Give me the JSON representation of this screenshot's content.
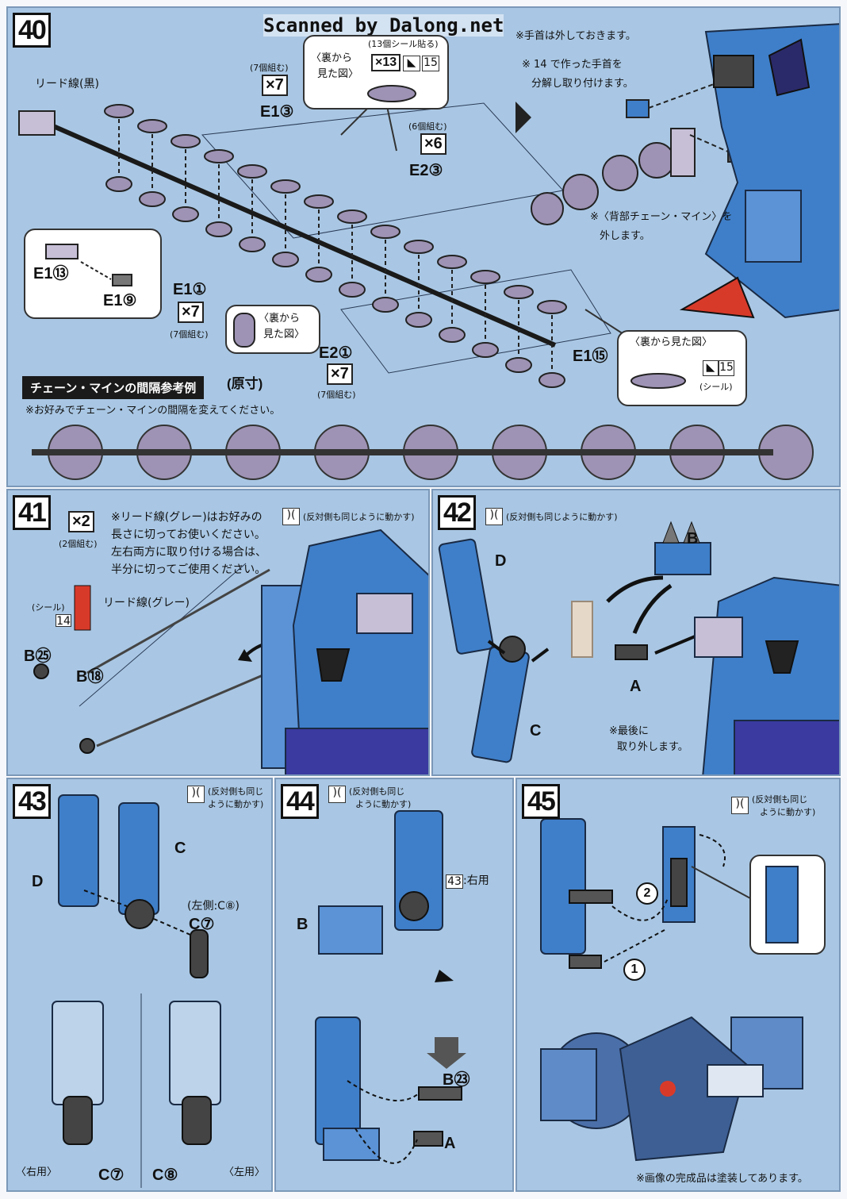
{
  "header": {
    "scan_credit": "Scanned by Dalong.net"
  },
  "step40": {
    "num": "40",
    "lead_black": "リード線(黒)",
    "group7_a": "(7個組む)",
    "mult7": "×7",
    "part_e1_3": "E1③",
    "sticker_note": "(13個シール貼る)",
    "mult13": "×13",
    "sticker_num": "15",
    "back_view_a": "〈裏から",
    "back_view_b": "見た図〉",
    "group6": "(6個組む)",
    "mult6": "×6",
    "part_e2_3": "E2③",
    "part_e1_13": "E1⑬",
    "part_e1_9": "E1⑨",
    "part_e1_1": "E1①",
    "group7_b": "(7個組む)",
    "mult7_b": "×7",
    "back_view2_a": "〈裏から",
    "back_view2_b": "見た図〉",
    "part_e2_1": "E2①",
    "mult7_c": "×7",
    "group7_c": "(7個組む)",
    "part_e1_15": "E1⑮",
    "back_view3": "〈裏から見た図〉",
    "sticker3": "15",
    "sticker_label": "(シール)",
    "note_hand1": "※手首は外しておきます。",
    "note_hand2a": "※ 14 で作った手首を",
    "note_hand2b": "分解し取り付けます。",
    "note_chain_a": "※〈背部チェーン・マイン〉を",
    "note_chain_b": "外します。",
    "banner": "チェーン・マインの間隔参考例",
    "banner_scale": "(原寸)",
    "banner_note": "※お好みでチェーン・マインの間隔を変えてください。"
  },
  "step41": {
    "num": "41",
    "mult2": "×2",
    "group2": "(2個組む)",
    "note1": "※リード線(グレー)はお好みの",
    "note2": "長さに切ってお使いください。",
    "note3": "左右両方に取り付ける場合は、",
    "note4": "半分に切ってご使用ください。",
    "lead_grey": "リード線(グレー)",
    "sticker_label": "(シール)",
    "sticker_num": "14",
    "part_b25": "B㉕",
    "part_b18": "B⑱",
    "same_other": "(反対側も同じように動かす)"
  },
  "step42": {
    "num": "42",
    "same_other": "(反対側も同じように動かす)",
    "part_d": "D",
    "part_b": "B",
    "part_a": "A",
    "part_c": "C",
    "last_remove_a": "※最後に",
    "last_remove_b": "取り外します。"
  },
  "step43": {
    "num": "43",
    "same_a": "(反対側も同じ",
    "same_b": "ように動かす)",
    "part_d": "D",
    "part_c": "C",
    "left_side": "(左側:C⑧)",
    "part_c7": "C⑦",
    "right_use": "〈右用〉",
    "left_use": "〈左用〉",
    "bottom_c7": "C⑦",
    "bottom_c8": "C⑧"
  },
  "step44": {
    "num": "44",
    "same_a": "(反対側も同じ",
    "same_b": "ように動かす)",
    "ref43": "43",
    "right_use": ":右用",
    "part_b": "B",
    "part_b23": "B㉓",
    "part_a": "A"
  },
  "step45": {
    "num": "45",
    "same_a": "(反対側も同じ",
    "same_b": "ように動かす)",
    "step1": "1",
    "step2": "2",
    "painted_note": "※画像の完成品は塗装してあります。"
  },
  "colors": {
    "panel": "#a9c7e4",
    "mecha_blue": "#3f7fc9",
    "mine_purple": "#9e93b4",
    "dark": "#1a1a1a",
    "red": "#d83a2a"
  }
}
